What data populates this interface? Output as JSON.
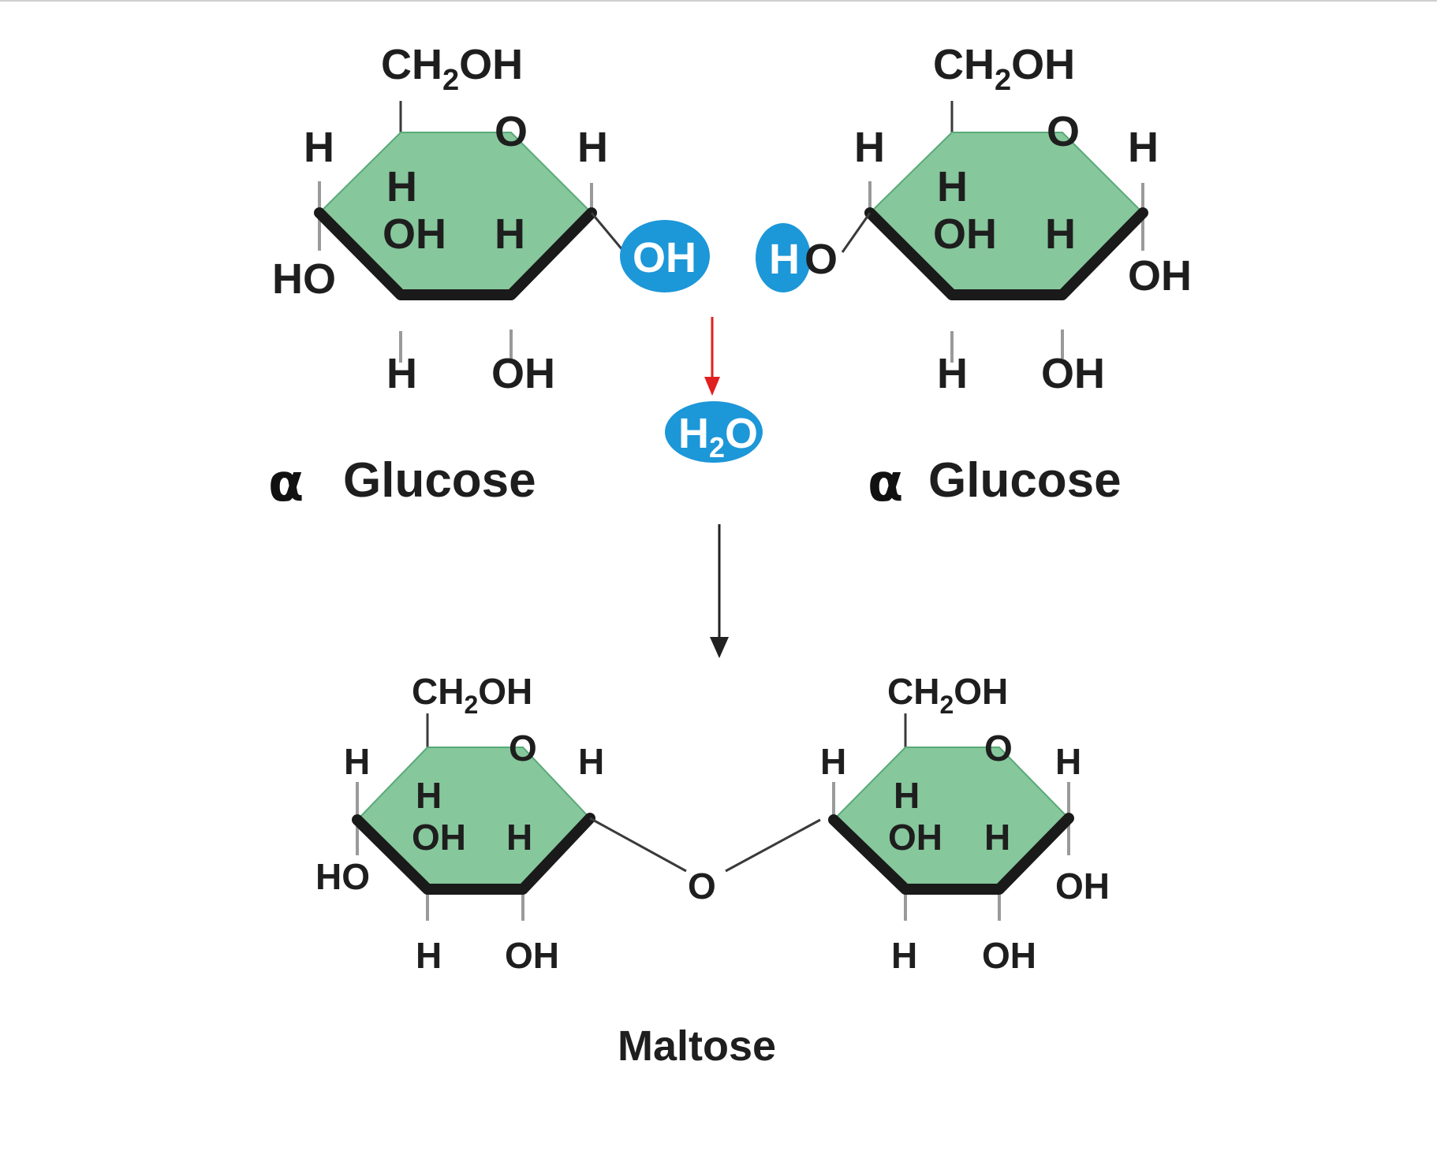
{
  "colors": {
    "ring_fill": "#86c79c",
    "ring_stroke": "#5aa978",
    "highlight_blue": "#1c97d8",
    "red_arrow": "#e02020",
    "text": "#1e1e1e"
  },
  "reactants": {
    "left": {
      "ch2oh_ch": "CH",
      "ch2oh_sub": "2",
      "ch2oh_oh": "OH",
      "ring_o": "O",
      "h_c5_left": "H",
      "h_c5_inner": "H",
      "oh_c3_inner": "OH",
      "h_c2_inner": "H",
      "ho_c4": "HO",
      "h_c1": "H",
      "h_bottom": "H",
      "oh_bottom": "OH",
      "oh_highlight": "OH"
    },
    "right": {
      "ch2oh_ch": "CH",
      "ch2oh_sub": "2",
      "ch2oh_oh": "OH",
      "ring_o": "O",
      "h_c4": "H",
      "h_c5_inner": "H",
      "oh_c3_inner": "OH",
      "h_c2_inner": "H",
      "h_c1": "H",
      "oh_c1": "OH",
      "h_bottom": "H",
      "oh_bottom": "OH",
      "h_highlight": "H",
      "o_highlight": "O"
    },
    "alpha_symbol": "α",
    "left_name": "Glucose",
    "right_name": "Glucose"
  },
  "water": {
    "h": "H",
    "sub": "2",
    "o": "O"
  },
  "product": {
    "left": {
      "ch2oh_ch": "CH",
      "ch2oh_sub": "2",
      "ch2oh_oh": "OH",
      "ring_o": "O",
      "h_c5_left": "H",
      "h_c5_inner": "H",
      "oh_c3_inner": "OH",
      "h_c2_inner": "H",
      "ho_c4": "HO",
      "h_c1": "H",
      "h_bottom": "H",
      "oh_bottom": "OH"
    },
    "bridge_o": "O",
    "right": {
      "ch2oh_ch": "CH",
      "ch2oh_sub": "2",
      "ch2oh_oh": "OH",
      "ring_o": "O",
      "h_c4": "H",
      "h_c5_inner": "H",
      "oh_c3_inner": "OH",
      "h_c2_inner": "H",
      "h_c1": "H",
      "oh_c1": "OH",
      "h_bottom": "H",
      "oh_bottom": "OH"
    },
    "name": "Maltose"
  }
}
